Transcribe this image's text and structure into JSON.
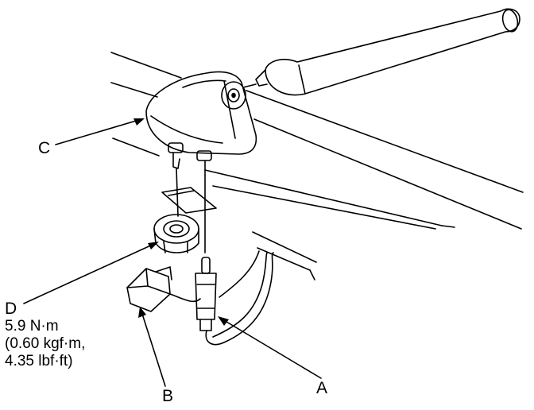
{
  "labels": {
    "a": "A",
    "b": "B",
    "c": "C",
    "d": "D"
  },
  "torque_spec": {
    "line1": "5.9 N·m",
    "line2": "(0.60 kgf·m,",
    "line3": "4.35 lbf·ft)"
  },
  "colors": {
    "ink": "#000000",
    "paper": "#ffffff"
  }
}
